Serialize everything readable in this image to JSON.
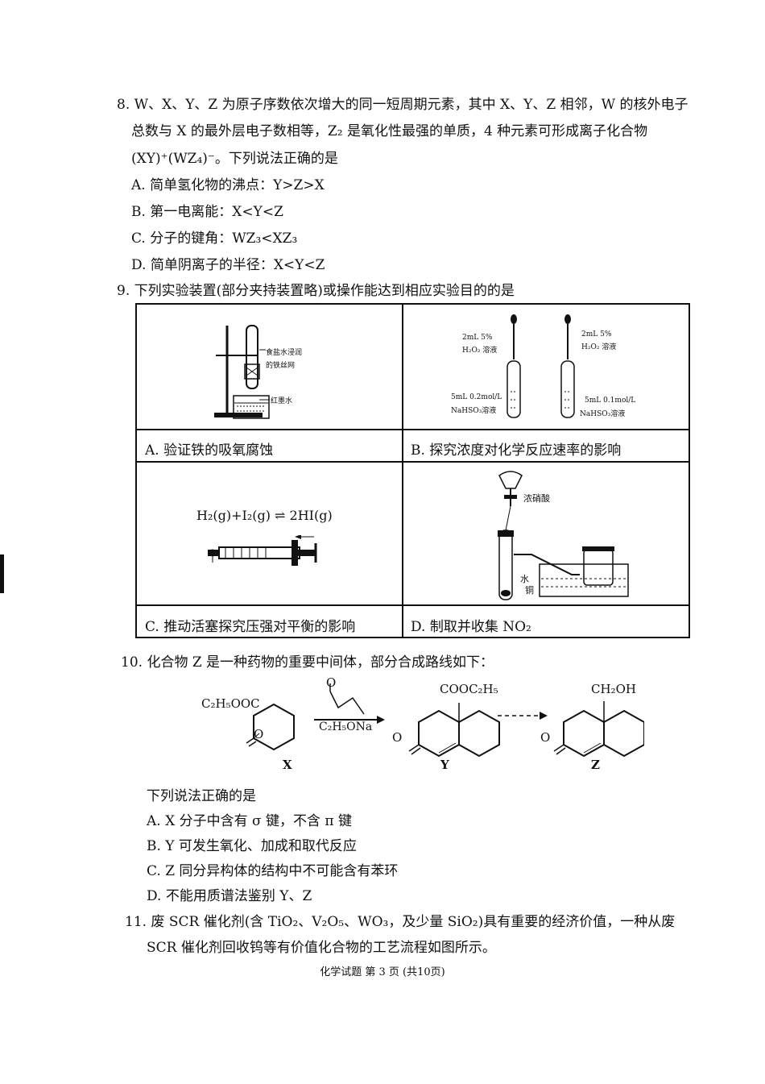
{
  "q8": {
    "line1": "8. W、X、Y、Z 为原子序数依次增大的同一短周期元素，其中 X、Y、Z 相邻，W 的核外电子",
    "line2": "总数与 X 的最外层电子数相等，Z₂ 是氧化性最强的单质，4 种元素可形成离子化合物",
    "line3": "(XY)⁺(WZ₄)⁻。下列说法正确的是",
    "a": "A. 简单氢化物的沸点：Y>Z>X",
    "b": "B.  第一电离能：X<Y<Z",
    "c": "C.  分子的键角：WZ₃<XZ₃",
    "d": "D.  简单阴离子的半径：X<Y<Z"
  },
  "q9": {
    "stem": "9. 下列实验装置(部分夹持装置略)或操作能达到相应实验目的的是",
    "a_caption": "A. 验证铁的吸氧腐蚀",
    "b_caption": "B. 探究浓度对化学反应速率的影响",
    "c_caption": "C. 推动活塞探究压强对平衡的影响",
    "d_caption": "D. 制取并收集 NO₂",
    "a_labels": [
      "食盐水浸润",
      "的铁丝网",
      "红墨水"
    ],
    "b_left": [
      "2mL 5%",
      "H₂O₂ 溶液",
      "5mL 0.2mol/L",
      "NaHSO₃溶液"
    ],
    "b_right": [
      "2mL 5%",
      "H₂O₂ 溶液",
      "5mL 0.1mol/L",
      "NaHSO₃溶液"
    ],
    "c_equation": "H₂(g)+I₂(g) ⇌ 2HI(g)",
    "d_labels": [
      "浓硝酸",
      "水",
      "铜"
    ]
  },
  "q10": {
    "stem": "10. 化合物 Z 是一种药物的重要中间体，部分合成路线如下：",
    "reagent": "C₂H₅ONa",
    "x_sub": "C₂H₅OOC",
    "y_sub": "COOC₂H₅",
    "z_sub": "CH₂OH",
    "names": [
      "X",
      "Y",
      "Z"
    ],
    "intro": "下列说法正确的是",
    "a": "A. X 分子中含有 σ 键，不含 π 键",
    "b": "B. Y 可发生氧化、加成和取代反应",
    "c": "C. Z 同分异构体的结构中不可能含有苯环",
    "d": "D. 不能用质谱法鉴别 Y、Z"
  },
  "q11": {
    "line1": "11. 废 SCR 催化剂(含 TiO₂、V₂O₅、WO₃，及少量 SiO₂)具有重要的经济价值，一种从废",
    "line2": "SCR 催化剂回收钨等有价值化合物的工艺流程如图所示。"
  },
  "footer": "化学试题  第 3 页 (共10页)"
}
